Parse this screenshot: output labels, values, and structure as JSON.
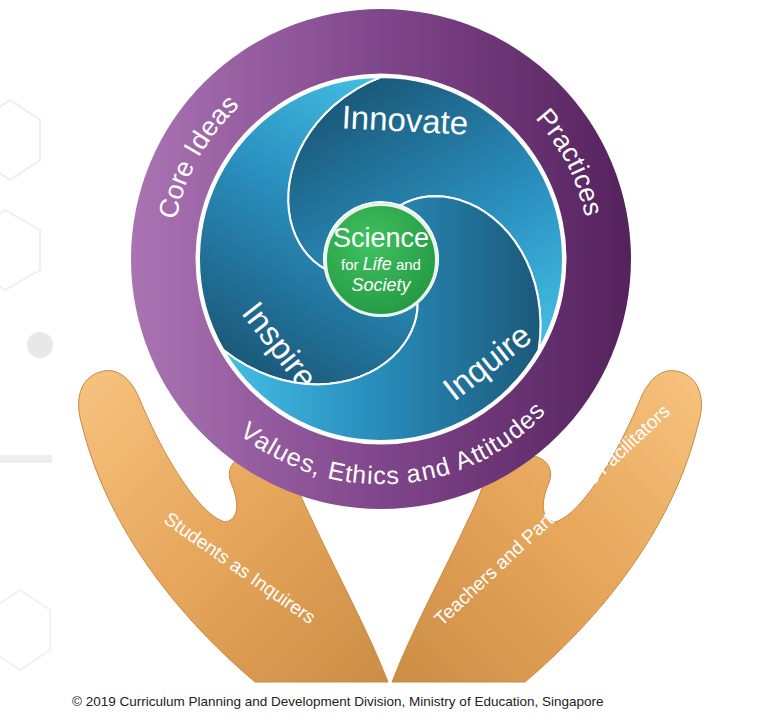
{
  "diagram": {
    "nodes": [
      {
        "text": [
          "Core Ideas",
          "Practices",
          "Values, Ethics and Attitudes"
        ]
      },
      {
        "text": [
          "Innovate"
        ],
        "in": 0
      },
      {
        "text": [
          "Science",
          "for Life and Society"
        ],
        "in": 0
      },
      {
        "text": [
          "Inspire"
        ],
        "in": 0
      },
      {
        "text": [
          "Inquire"
        ],
        "in": 0
      },
      {
        "text": [
          "Students as Inquirers"
        ]
      },
      {
        "text": [
          "Teachers and Partners as Facilitators"
        ]
      }
    ],
    "labels": [
      "© 2019 Curriculum Planning and Development Division, Ministry of Education, Singapore"
    ]
  }
}
